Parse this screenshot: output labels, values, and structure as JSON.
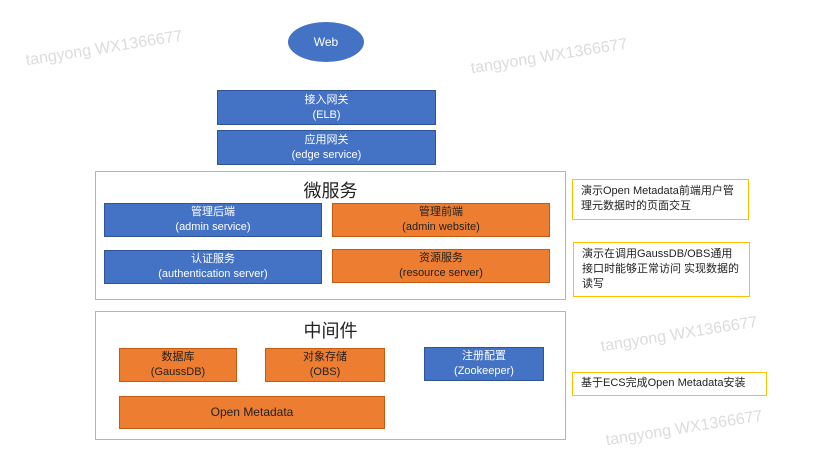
{
  "web": "Web",
  "gateway_elb": {
    "title": "接入网关",
    "sub": "(ELB)"
  },
  "gateway_edge": {
    "title": "应用网关",
    "sub": "(edge service)"
  },
  "microservices": {
    "title": "微服务",
    "items": [
      {
        "title": "管理后端",
        "sub": "(admin service)"
      },
      {
        "title": "管理前端",
        "sub": "(admin website)"
      },
      {
        "title": "认证服务",
        "sub": "(authentication server)"
      },
      {
        "title": "资源服务",
        "sub": "(resource server)"
      }
    ]
  },
  "middleware": {
    "title": "中间件",
    "items": [
      {
        "title": "数据库",
        "sub": "(GaussDB)"
      },
      {
        "title": "对象存储",
        "sub": "(OBS)"
      },
      {
        "title": "注册配置",
        "sub": "(Zookeeper)"
      },
      {
        "title": "Open Metadata"
      }
    ]
  },
  "notes": [
    "演示Open Metadata前端用户管理元数据时的页面交互",
    "演示在调用GaussDB/OBS通用接口时能够正常访问 实现数据的读写",
    "基于ECS完成Open Metadata安装"
  ],
  "watermark": "tangyong WX1366677",
  "colors": {
    "blue": "#4472c4",
    "orange": "#ed7d31",
    "note_border": "#ffc000"
  }
}
